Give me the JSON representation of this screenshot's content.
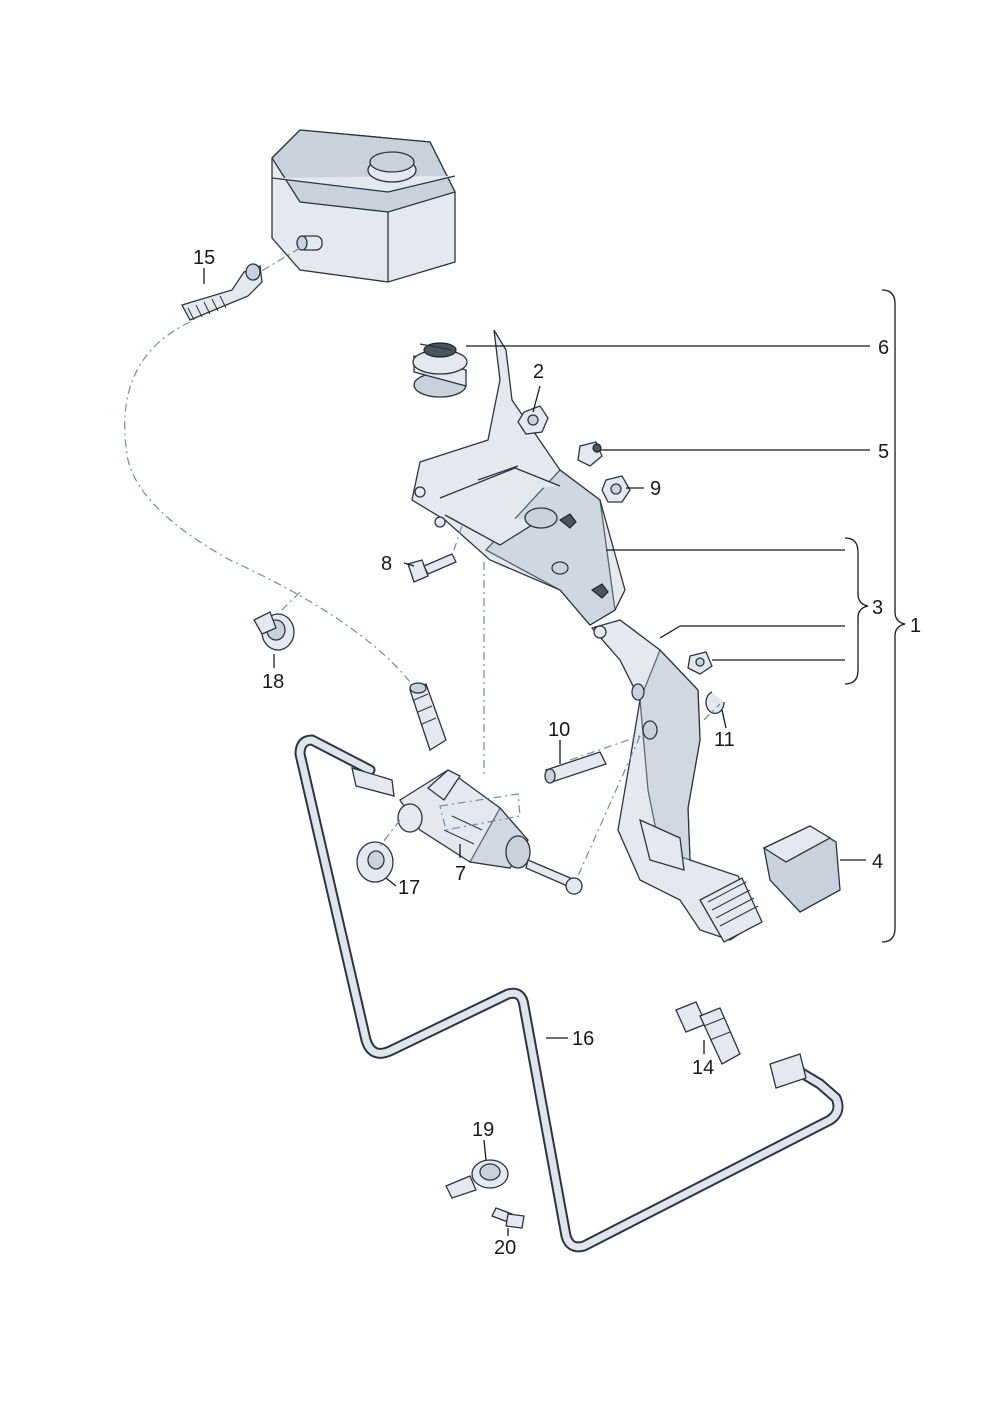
{
  "diagram": {
    "callouts": {
      "c1": "1",
      "c2": "2",
      "c3": "3",
      "c4": "4",
      "c5": "5",
      "c6": "6",
      "c7": "7",
      "c8": "8",
      "c9": "9",
      "c10": "10",
      "c11": "11",
      "c14": "14",
      "c15": "15",
      "c16": "16",
      "c17": "17",
      "c18": "18",
      "c19": "19",
      "c20": "20"
    }
  }
}
